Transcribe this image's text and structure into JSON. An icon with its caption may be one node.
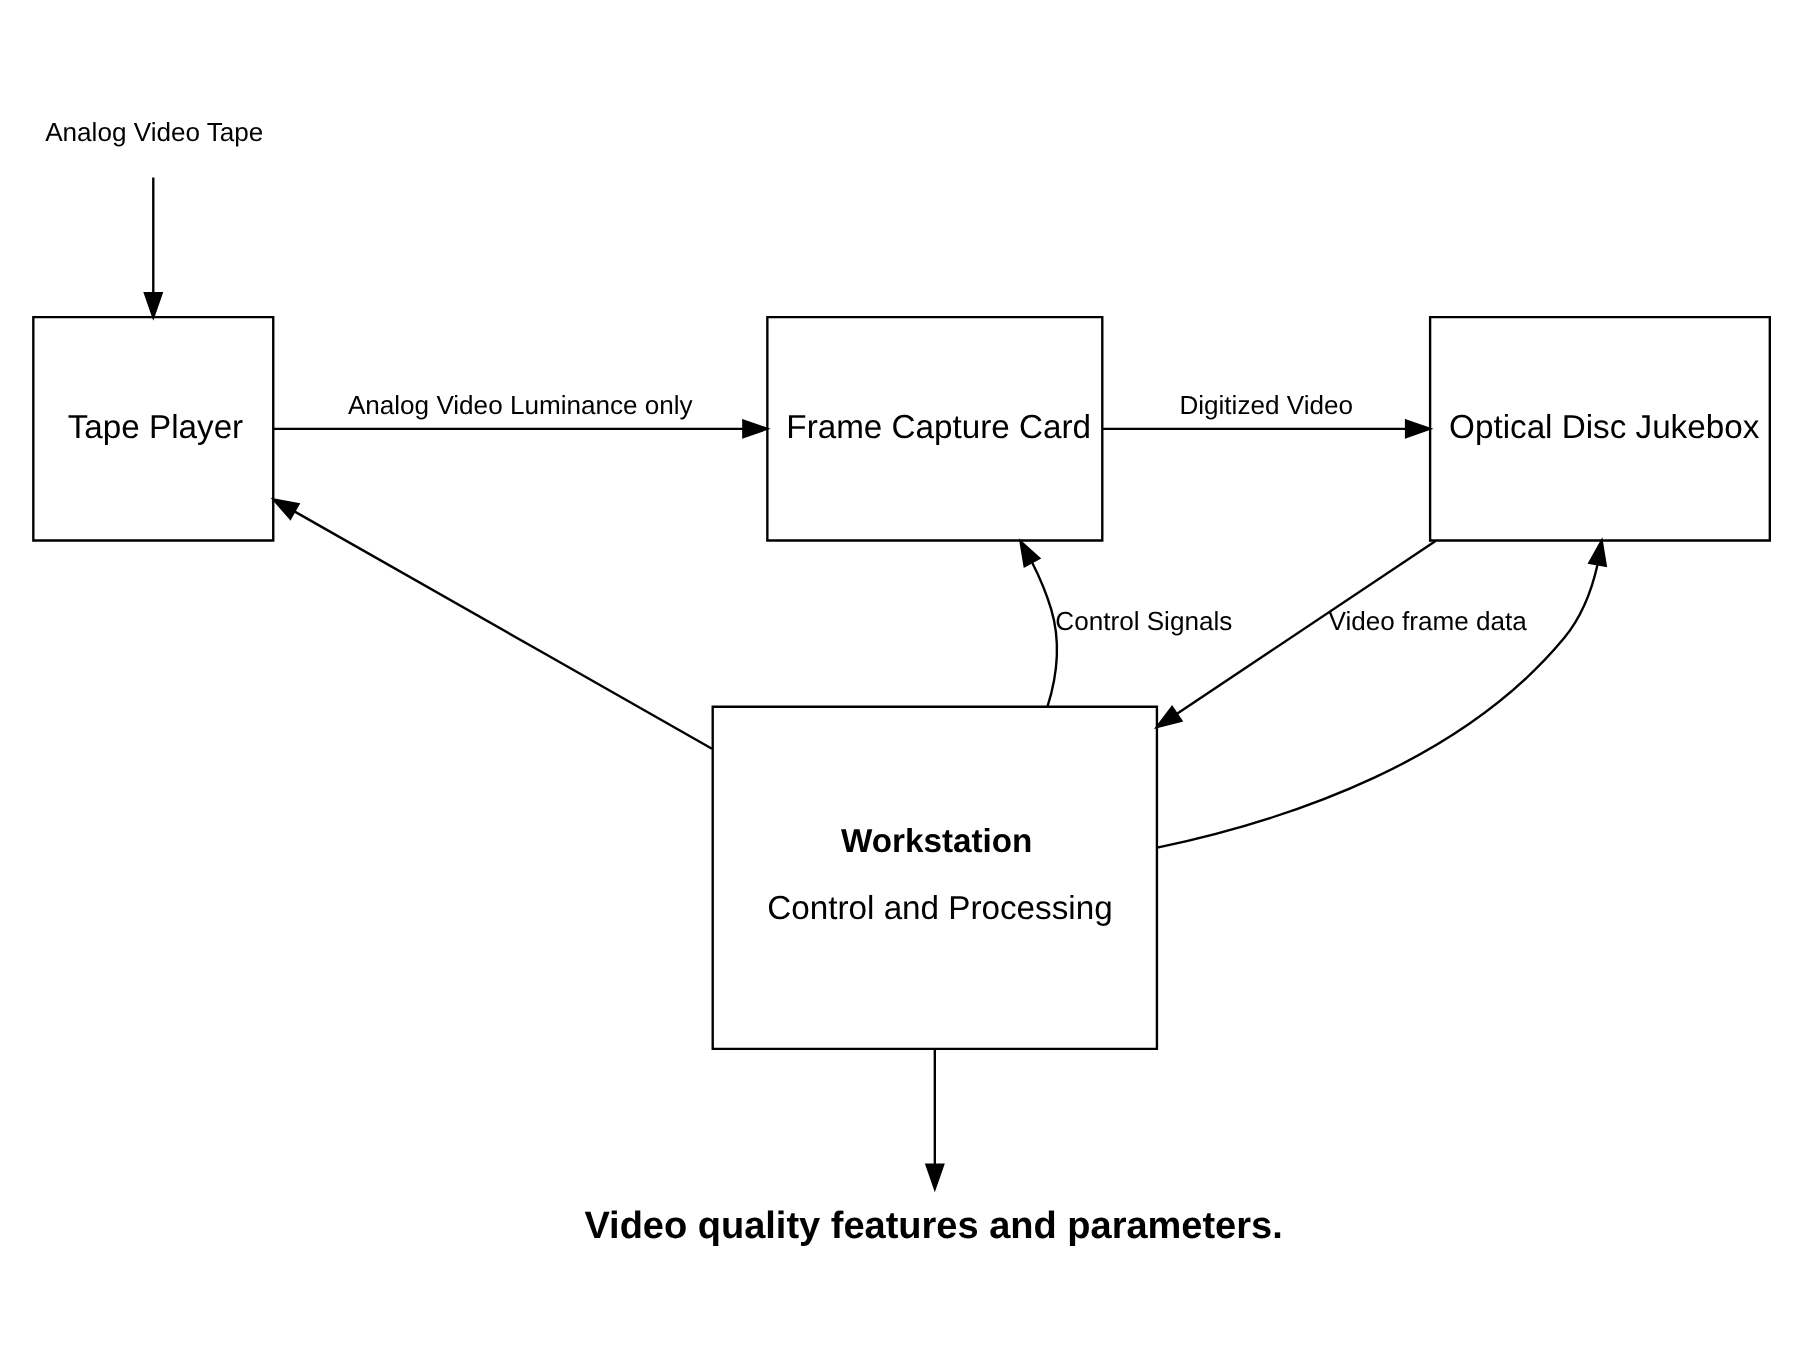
{
  "diagram": {
    "nodes": [
      {
        "text": [
          "Analog Video Tape"
        ]
      },
      {
        "text": [
          "Tape Player"
        ]
      },
      {
        "text": [
          "Frame Capture Card"
        ]
      },
      {
        "text": [
          "Optical Disc Jukebox"
        ]
      },
      {
        "text": [
          "Workstation",
          "Control and Processing"
        ]
      },
      {
        "text": [
          "Video quality features and parameters."
        ]
      }
    ],
    "edges": [
      {
        "from": 0,
        "to": 1,
        "arrow": "to"
      },
      {
        "from": 1,
        "to": 2,
        "arrow": "to",
        "label": "Analog Video Luminance only"
      },
      {
        "from": 2,
        "to": 3,
        "arrow": "to",
        "label": "Digitized Video"
      },
      {
        "from": 3,
        "to": 4,
        "arrow": "to",
        "label": "Video frame data"
      },
      {
        "from": 4,
        "to": 1,
        "arrow": "to"
      },
      {
        "from": 4,
        "to": 2,
        "arrow": "to",
        "label": "Control Signals"
      },
      {
        "from": 4,
        "to": 3,
        "arrow": "to"
      },
      {
        "from": 4,
        "to": 5,
        "arrow": "to"
      }
    ]
  }
}
